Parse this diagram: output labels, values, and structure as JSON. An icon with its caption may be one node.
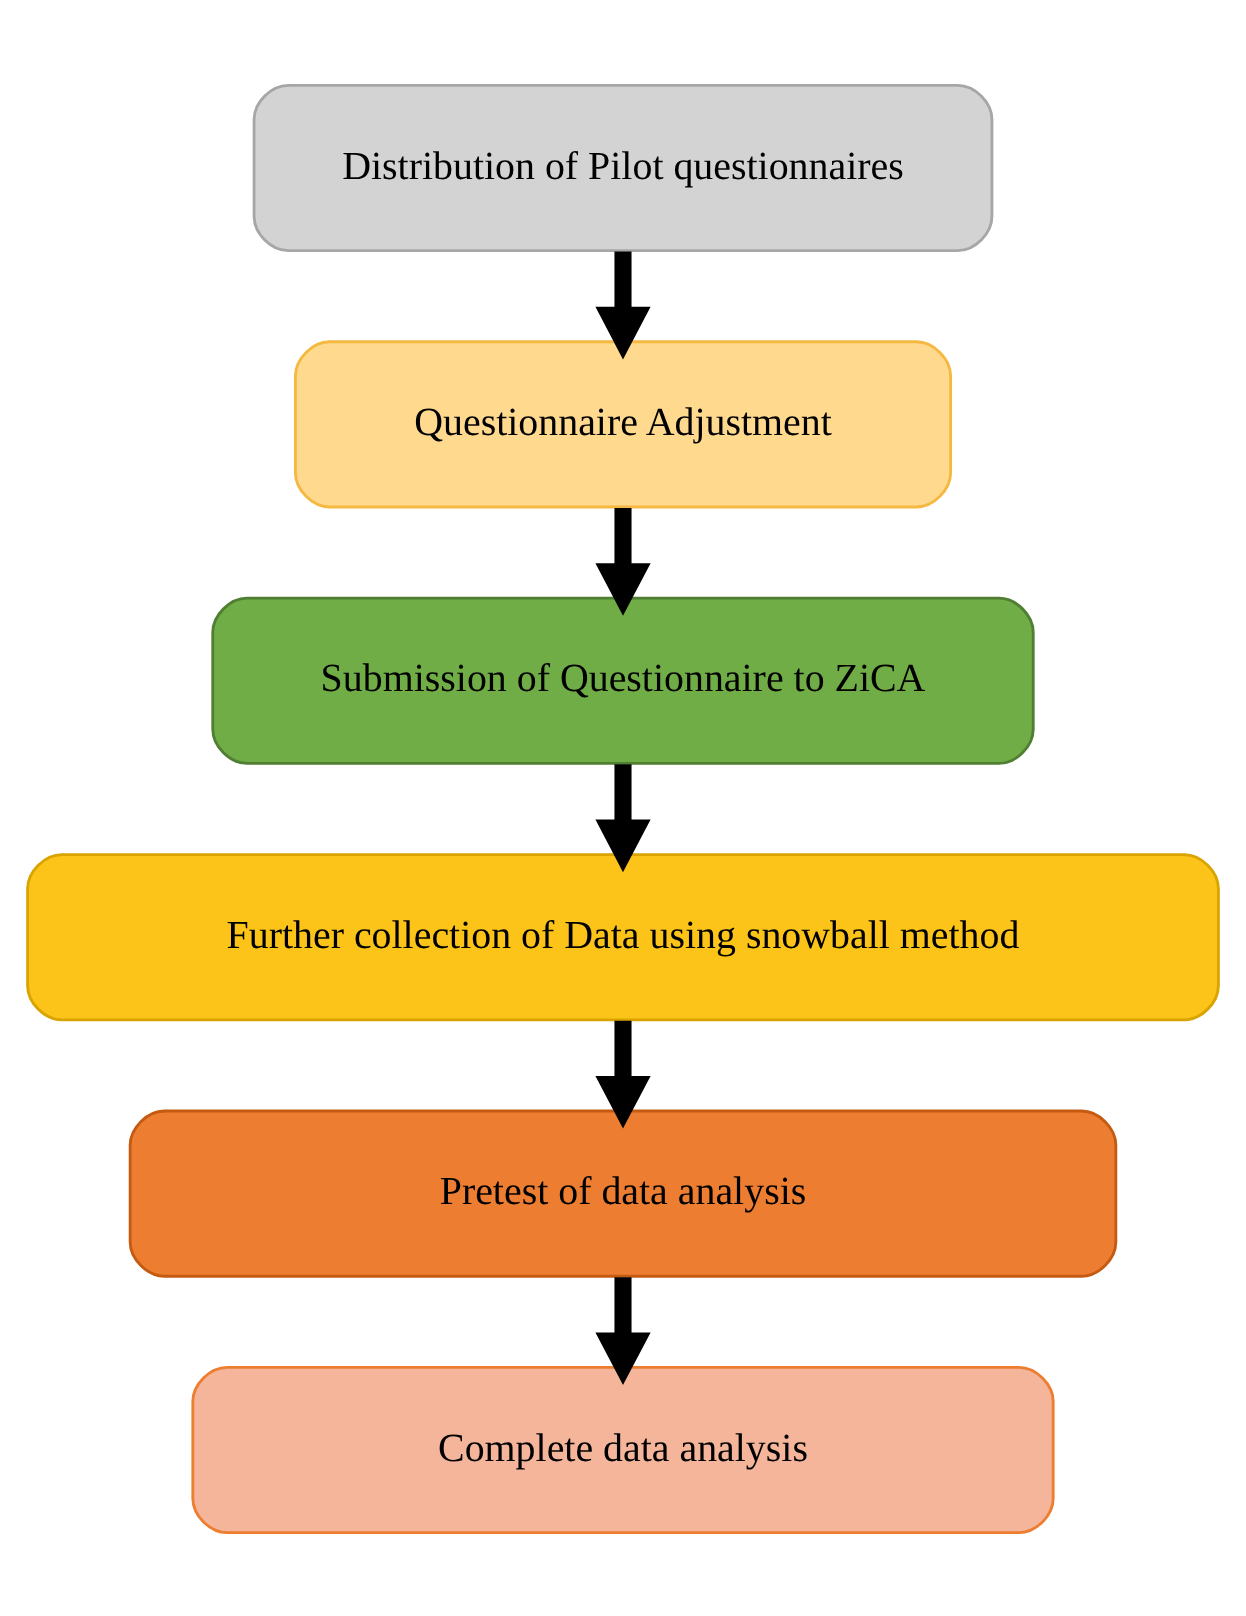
{
  "diagram": {
    "nodes": [
      {
        "text": [
          "Distribution of Pilot questionnaires"
        ]
      },
      {
        "text": [
          "Questionnaire Adjustment"
        ]
      },
      {
        "text": [
          "Submission of Questionnaire to ZiCA"
        ]
      },
      {
        "text": [
          "Further collection of Data using snowball method"
        ]
      },
      {
        "text": [
          "Pretest of data analysis"
        ]
      },
      {
        "text": [
          "Complete data analysis"
        ]
      }
    ],
    "edges": [
      {
        "from": 0,
        "to": 1,
        "arrow": "to"
      },
      {
        "from": 1,
        "to": 2,
        "arrow": "to"
      },
      {
        "from": 2,
        "to": 3,
        "arrow": "to"
      },
      {
        "from": 3,
        "to": 4,
        "arrow": "to"
      },
      {
        "from": 4,
        "to": 5,
        "arrow": "to"
      }
    ]
  }
}
